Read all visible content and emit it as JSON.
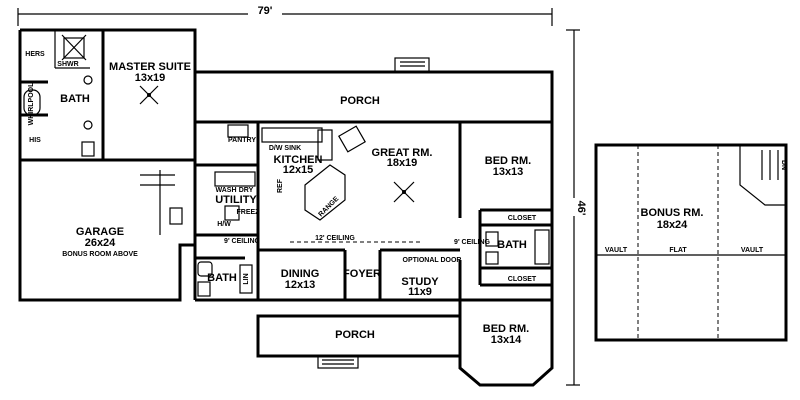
{
  "overall": {
    "width_label": "79'",
    "depth_label": "46'"
  },
  "rooms": {
    "master_suite": {
      "name": "MASTER SUITE",
      "size": "13x19"
    },
    "bath_master": {
      "name": "BATH"
    },
    "hers": "HERS",
    "his": "HIS",
    "shwr": "SHWR",
    "whirlpool": "WHIRLPOOL",
    "porch_rear": "PORCH",
    "porch_front": "PORCH",
    "garage": {
      "name": "GARAGE",
      "size": "26x24",
      "note": "BONUS ROOM ABOVE"
    },
    "pantry": "PANTRY",
    "kitchen": {
      "name": "KITCHEN",
      "size": "12x15"
    },
    "ds_sink": "D/W SINK",
    "ref": "REF",
    "range": "RANGE",
    "utility": {
      "name": "UTILITY",
      "wash": "WASH",
      "dry": "DRY",
      "freez": "FREEZ",
      "hw": "H/W"
    },
    "great_rm": {
      "name": "GREAT RM.",
      "size": "18x19"
    },
    "ceiling_12": "12' CEILING",
    "ceiling_9": "9' CEILING",
    "ceiling_9b": "9' CEILING",
    "bath_hall": "BATH",
    "lin": "LIN",
    "dining": {
      "name": "DINING",
      "size": "12x13"
    },
    "foyer": "FOYER",
    "study": {
      "name": "STUDY",
      "size": "11x9"
    },
    "optional_door": "OPTIONAL DOOR",
    "bed1": {
      "name": "BED RM.",
      "size": "13x13"
    },
    "bed2": {
      "name": "BED RM.",
      "size": "13x14"
    },
    "closet1": "CLOSET",
    "closet2": "CLOSET",
    "bath_beds": "BATH",
    "bonus": {
      "name": "BONUS RM.",
      "size": "18x24",
      "vault_l": "VAULT",
      "flat": "FLAT",
      "vault_r": "VAULT"
    },
    "down": "DN"
  }
}
